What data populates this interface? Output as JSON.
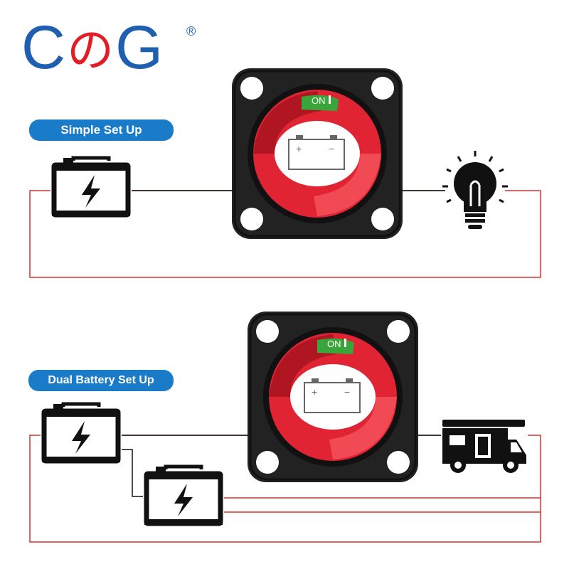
{
  "brand": {
    "logo_left": "C",
    "logo_mid": "の",
    "logo_right": "G",
    "registered": "®",
    "colors": {
      "blue": "#1f5fb0",
      "red": "#e21d26"
    }
  },
  "sections": [
    {
      "label": "Simple Set Up"
    },
    {
      "label": "Dual Battery Set Up"
    }
  ],
  "switch": {
    "on_label": "ON"
  },
  "icons": [
    "battery-icon",
    "lightning-bolt-icon",
    "light-bulb-icon",
    "rv-camper-icon",
    "battery-switch-icon"
  ],
  "colors": {
    "pill_blue": "#1a7bc8",
    "wire_red": "#d9302c",
    "switch_red": "#e02433",
    "switch_body": "#1c1c1c",
    "on_green": "#3aa53a"
  }
}
